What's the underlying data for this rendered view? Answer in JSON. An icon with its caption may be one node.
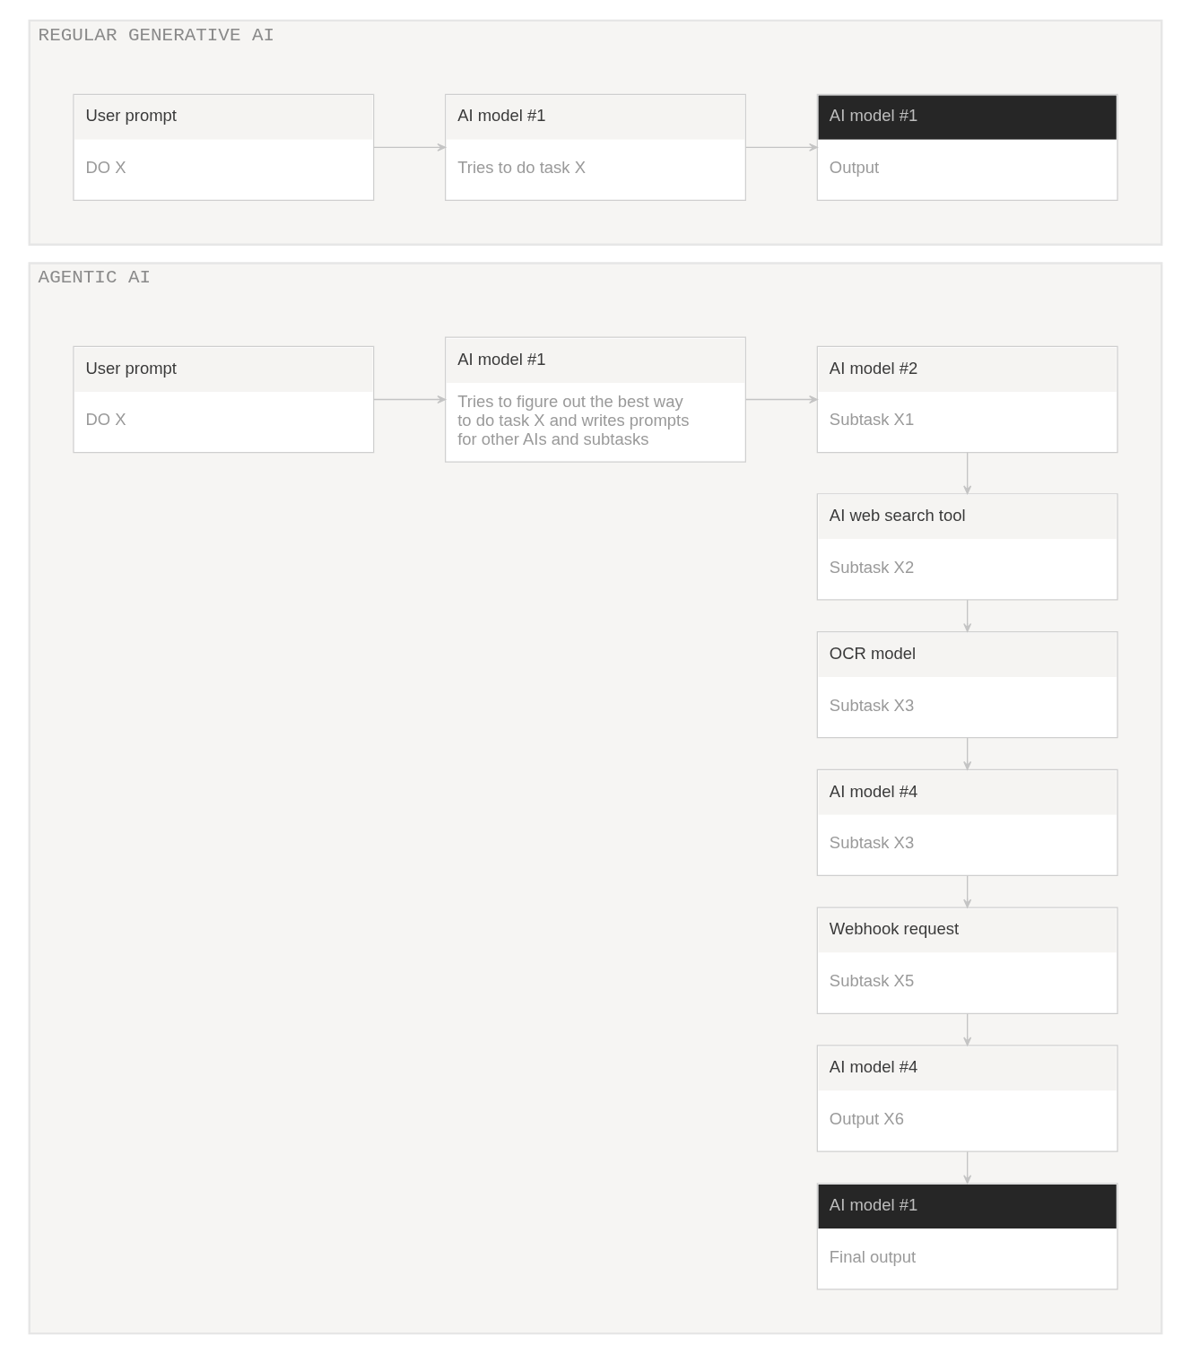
{
  "diagram": {
    "nodes": [
      {
        "text": [
          "REGULAR GENERATIVE AI"
        ]
      },
      {
        "text": [
          "User prompt",
          "DO X"
        ],
        "in": 0
      },
      {
        "text": [
          "AI model #1",
          "Tries to do task X"
        ],
        "in": 0
      },
      {
        "text": [
          "AI model #1",
          "Output"
        ],
        "in": 0
      },
      {
        "text": [
          "AGENTIC AI"
        ]
      },
      {
        "text": [
          "User prompt",
          "DO X"
        ],
        "in": 4
      },
      {
        "text": [
          "AI model #1",
          "Tries to figure out the best way to do task X and writes prompts for other AIs and subtasks"
        ],
        "in": 4
      },
      {
        "text": [
          "AI model #2",
          "Subtask X1"
        ],
        "in": 4
      },
      {
        "text": [
          "AI web search tool",
          "Subtask X2"
        ],
        "in": 4
      },
      {
        "text": [
          "OCR model",
          "Subtask X3"
        ],
        "in": 4
      },
      {
        "text": [
          "AI model #4",
          "Subtask X3"
        ],
        "in": 4
      },
      {
        "text": [
          "Webhook request",
          "Subtask X5"
        ],
        "in": 4
      },
      {
        "text": [
          "AI model #4",
          "Output X6"
        ],
        "in": 4
      },
      {
        "text": [
          "AI model #1",
          "Final output"
        ],
        "in": 4
      }
    ],
    "edges": [
      {
        "from": 1,
        "to": 2,
        "arrow": "to"
      },
      {
        "from": 2,
        "to": 3,
        "arrow": "to"
      },
      {
        "from": 5,
        "to": 6,
        "arrow": "to"
      },
      {
        "from": 6,
        "to": 7,
        "arrow": "to"
      },
      {
        "from": 7,
        "to": 8,
        "arrow": "to"
      },
      {
        "from": 8,
        "to": 9,
        "arrow": "to"
      },
      {
        "from": 9,
        "to": 10,
        "arrow": "to"
      },
      {
        "from": 10,
        "to": 11,
        "arrow": "to"
      },
      {
        "from": 11,
        "to": 12,
        "arrow": "to"
      },
      {
        "from": 12,
        "to": 13,
        "arrow": "to"
      }
    ]
  }
}
